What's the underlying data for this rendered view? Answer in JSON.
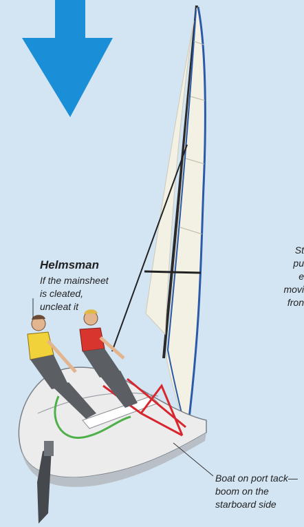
{
  "colors": {
    "background": "#d3e4f3",
    "arrow": "#1a8ed6",
    "sail": "#f3f0e4",
    "sail_edge": "#2a5aa8",
    "hull": "#ececec",
    "hull_shadow": "#b8bfc6",
    "rigging": "#222222",
    "mainsheet_red": "#d8262e",
    "lifejacket_yellow": "#f2d23a",
    "lifejacket_red": "#d8352f",
    "sheet_green": "#4db048"
  },
  "icons": {
    "wind_arrow": "arrow-down-icon"
  },
  "helmsman": {
    "title": "Helmsman",
    "lines": [
      "If the mainsheet",
      "is cleated,",
      "uncleat it"
    ]
  },
  "crew_note": {
    "lines": [
      "St",
      "pu",
      "e",
      "movi",
      "fron"
    ]
  },
  "boat_note": {
    "lines": [
      "Boat on port tack—",
      "boom on the",
      "starboard side"
    ]
  }
}
